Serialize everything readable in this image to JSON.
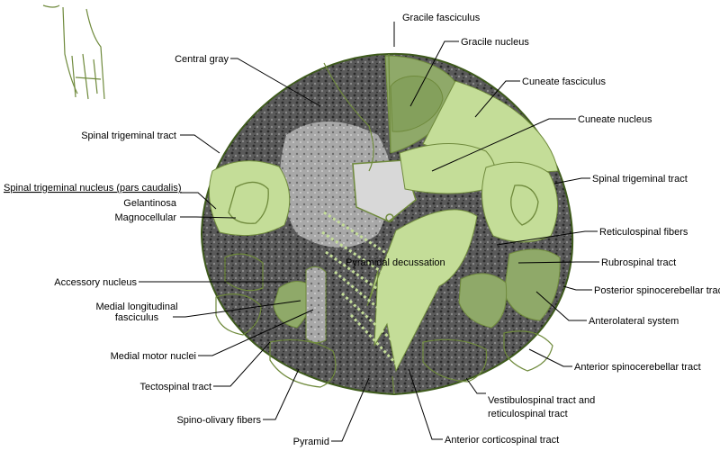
{
  "title": "",
  "labels": {
    "gracile_fasciculus": "Gracile fasciculus",
    "gracile_nucleus": "Gracile nucleus",
    "central_gray": "Central gray",
    "cuneate_fasciculus": "Cuneate fasciculus",
    "cuneate_nucleus": "Cuneate nucleus",
    "spinal_trigeminal_tract_left": "Spinal trigeminal tract",
    "spinal_trigeminal_nucleus": "Spinal trigeminal nucleus (pars caudalis)",
    "gelantinosa": "Gelantinosa",
    "magnocellular": "Magnocellular",
    "spinal_trigeminal_tract_right": "Spinal trigeminal tract",
    "reticulospinal_fibers": "Reticulospinal fibers",
    "pyramidal_decussation": "Pyramidal decussation",
    "rubrospinal_tract": "Rubrospinal tract",
    "accessory_nucleus": "Accessory nucleus",
    "posterior_spinocerebellar_tract": "Posterior spinocerebellar tract",
    "medial_longitudinal_fasciculus_line1": "Medial longitudinal",
    "medial_longitudinal_fasciculus_line2": "fasciculus",
    "anterolateral_system": "Anterolateral system",
    "medial_motor_nuclei": "Medial motor nuclei",
    "anterior_spinocerebellar_tract": "Anterior spinocerebellar tract",
    "tectospinal_tract": "Tectospinal tract",
    "vestibulospinal_line1": "Vestibulospinal tract and",
    "vestibulospinal_line2": "reticulospinal tract",
    "spino_olivary_fibers": "Spino-olivary fibers",
    "pyramid": "Pyramid",
    "anterior_corticospinal_tract": "Anterior corticospinal tract"
  },
  "colors": {
    "tract_green": "#c4dd98",
    "dark_green": "#8fa969",
    "tissue_dark": "#3c3c3c",
    "tissue_light": "#9a9a9a",
    "outline": "#3e5a1c"
  }
}
